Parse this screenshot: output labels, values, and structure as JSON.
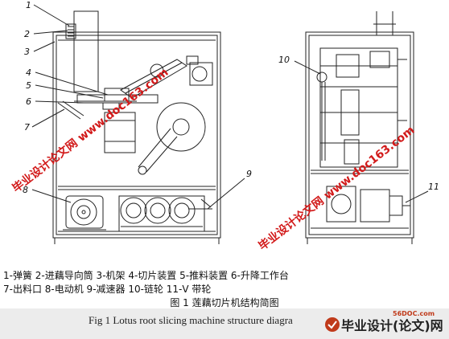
{
  "callouts_left": [
    "1",
    "2",
    "3",
    "4",
    "5",
    "6",
    "7",
    "8",
    "9"
  ],
  "callouts_right": [
    "10",
    "11"
  ],
  "legend": {
    "line1": "1-弹簧   2-进藕导向筒   3-机架   4-切片装置    5-推料装置    6-升降工作台",
    "line2": "7-出料口   8-电动机   9-减速器   10-链轮  11-V 带轮"
  },
  "caption_cn": "图 1   莲藕切片机结构简图",
  "caption_en": "Fig 1    Lotus root slicing machine structure diagra",
  "watermark": "毕业设计论文网 www.doc163.com",
  "footer": {
    "domain": "56DOC.com",
    "site": "毕业设计(论文)网"
  },
  "colors": {
    "line": "#222222",
    "watermark": "#d21a1a",
    "footer_bg": "#ececec",
    "logo_accent": "#c03a1a"
  }
}
